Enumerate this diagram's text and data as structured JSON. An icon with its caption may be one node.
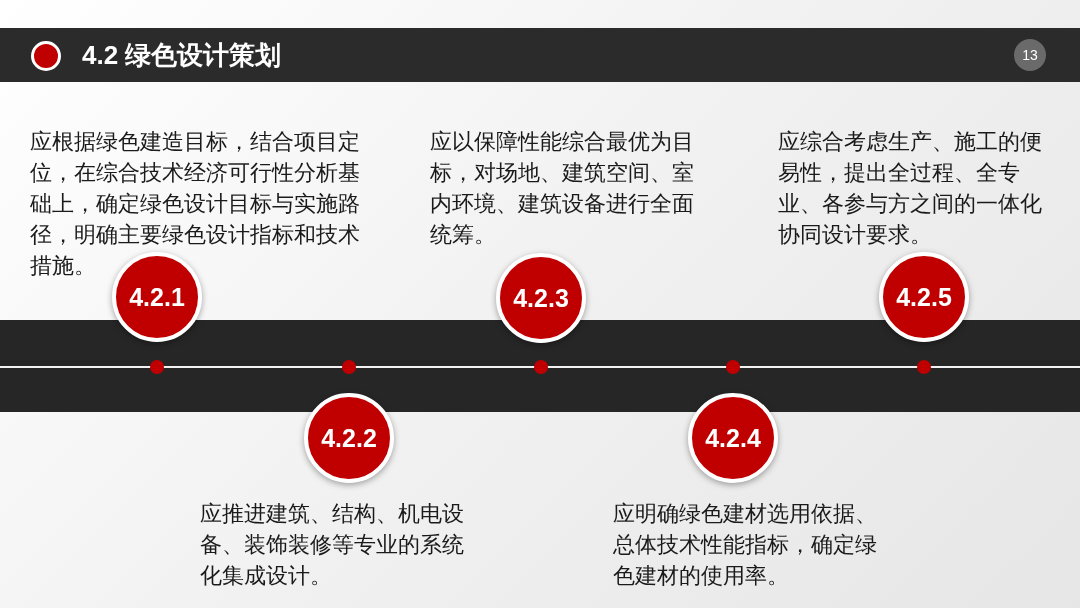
{
  "diagram": {
    "title": "4.2 绿色设计策划",
    "nodes": [
      {
        "text": [
          "4.2.1"
        ],
        "beside": [
          "应根据绿色建造目标，结合项目定位，在综合技术经济可行性分析基础上，确定绿色设计目标与实施路径，明确主要绿色设计指标和技术措施。"
        ]
      },
      {
        "text": [
          "4.2.2"
        ],
        "beside": [
          "应推进建筑、结构、机电设备、装饰装修等专业的系统化集成设计。"
        ]
      },
      {
        "text": [
          "4.2.3"
        ],
        "beside": [
          "应以保障性能综合最优为目标，对场地、建筑空间、室内环境、建筑设备进行全面统筹。"
        ]
      },
      {
        "text": [
          "4.2.4"
        ],
        "beside": [
          "应明确绿色建材选用依据、总体技术性能指标，确定绿色建材的使用率。"
        ]
      },
      {
        "text": [
          "4.2.5"
        ],
        "beside": [
          "应综合考虑生产、施工的便易性，提出全过程、全专业、各参与方之间的一体化协同设计要求。"
        ]
      }
    ],
    "edges": [],
    "labels": [
      "13"
    ]
  }
}
